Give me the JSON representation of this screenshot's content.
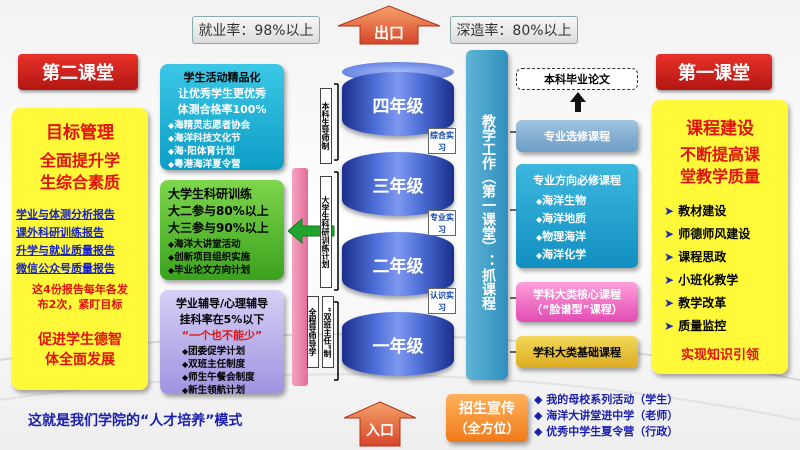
{
  "top": {
    "employment_rate": "就业率：98%以上",
    "further_study_rate": "深造率：80%以上",
    "exit_label": "出口"
  },
  "bottom": {
    "entry_label": "入口",
    "model_caption": "这就是我们学院的“人才培养”模式",
    "recruit_title_1": "招生宣传",
    "recruit_title_2": "（全方位）",
    "recruit_items": [
      "我的母校系列活动（学生）",
      "海洋大讲堂进中学（老师）",
      "优秀中学生夏令营（行政）"
    ]
  },
  "second_class": {
    "banner": "第二课堂",
    "panel_title": "目标管理",
    "panel_subtitle_1": "全面提升学",
    "panel_subtitle_2": "生综合素质",
    "reports": [
      "学业与体测分析报告",
      "课外科研训练报告",
      "升学与就业质量报告",
      "微信公众号质量报告"
    ],
    "note_1": "这4份报告每年各发",
    "note_2": "布2次，紧盯目标",
    "goal_1": "促进学生德智",
    "goal_2": "体全面发展"
  },
  "activity_box": {
    "title_1": "学生活动精品化",
    "title_2": "让优秀学生更优秀",
    "title_3": "体测合格率100%",
    "items": [
      "海精灵志愿者协会",
      "海洋科技文化节",
      "海·阳体育计划",
      "粤港海洋夏令营"
    ]
  },
  "research_box": {
    "title": "大学生科研训练",
    "line_1": "大二参与80%以上",
    "line_2": "大三参与90%以上",
    "items": [
      "海洋大讲堂活动",
      "创新项目组织实施",
      "毕业论文方向计划"
    ]
  },
  "tutoring_box": {
    "title": "学业辅导/心理辅导",
    "line_1": "挂科率在5%以下",
    "line_2": "“一个也不能少”",
    "items": [
      "团委促学计划",
      "双班主任制度",
      "师生午餐会制度",
      "新生领航计划"
    ]
  },
  "grades": [
    "四年级",
    "三年级",
    "二年级",
    "一年级"
  ],
  "grade_tags": [
    "综合实习",
    "专业实习",
    "认识实习"
  ],
  "vertical_labels": [
    "本科生导师制",
    "大学生科研训练计划",
    "全程导师导学",
    "“双班主任”制"
  ],
  "teaching_column": "教学工作（第一课堂）：抓课程",
  "courses": {
    "thesis": "本科毕业论文",
    "elective": "专业选修课程",
    "required_title": "专业方向必修课程",
    "required_items": [
      "海洋生物",
      "海洋地质",
      "物理海洋",
      "海洋化学"
    ],
    "core": "学科大类核心课程",
    "core_sub": "（“脸谱型”课程）",
    "basic": "学科大类基础课程"
  },
  "first_class": {
    "banner": "第一课堂",
    "panel_title": "课程建设",
    "panel_subtitle_1": "不断提高课",
    "panel_subtitle_2": "堂教学质量",
    "items": [
      "教材建设",
      "师德师风建设",
      "课程思政",
      "小班化教学",
      "教学改革",
      "质量监控"
    ],
    "footer": "实现知识引领"
  }
}
